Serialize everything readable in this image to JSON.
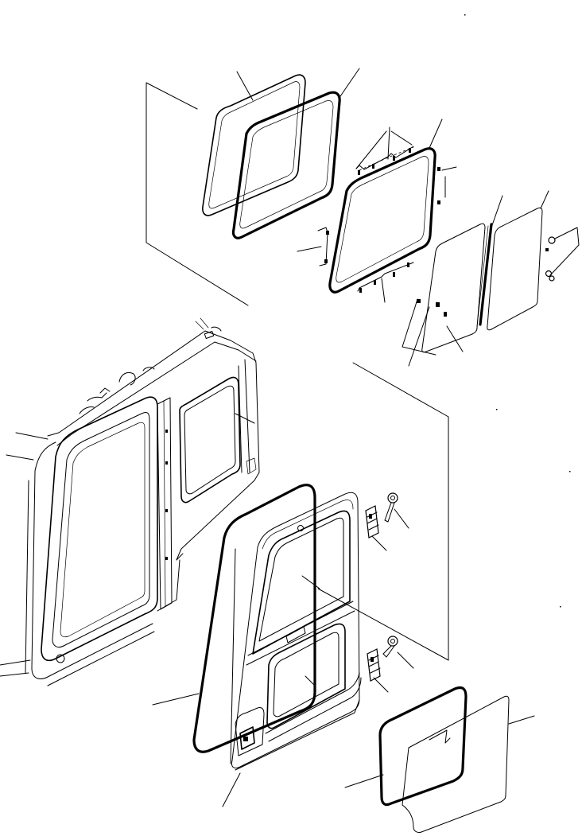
{
  "diagram": {
    "kind": "exploded-parts-illustration",
    "background": "#ffffff",
    "ink": "#000000",
    "parts": [
      {
        "id": "roof-window-seal",
        "shape": "window-seal"
      },
      {
        "id": "roof-window-frame",
        "shape": "window-frame"
      },
      {
        "id": "upper-glass",
        "shape": "glass-panel"
      },
      {
        "id": "sliding-glass-rear",
        "shape": "glass-panel"
      },
      {
        "id": "glass-divider-strip",
        "shape": "strip"
      },
      {
        "id": "sliding-glass-front",
        "shape": "glass-panel"
      },
      {
        "id": "cab-body",
        "shape": "cab"
      },
      {
        "id": "door-seal",
        "shape": "seal"
      },
      {
        "id": "door-frame",
        "shape": "door"
      },
      {
        "id": "hinge-upper",
        "shape": "hinge"
      },
      {
        "id": "hinge-bolt-upper",
        "shape": "bolt"
      },
      {
        "id": "hinge-lower",
        "shape": "hinge"
      },
      {
        "id": "hinge-bolt-lower",
        "shape": "bolt"
      },
      {
        "id": "lower-door-glass-seal",
        "shape": "seal"
      },
      {
        "id": "lower-door-glass",
        "shape": "glass-panel"
      }
    ]
  }
}
